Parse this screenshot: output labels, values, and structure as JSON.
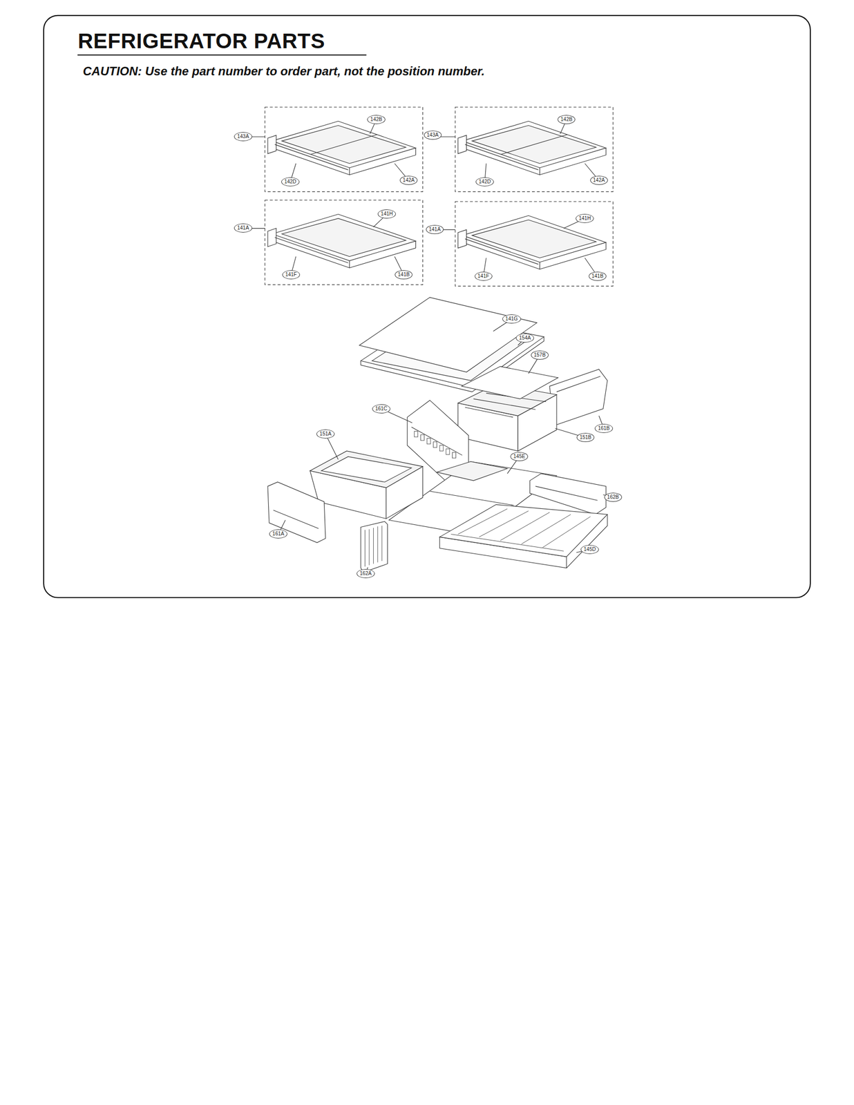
{
  "diagram": {
    "title": "REFRIGERATOR PARTS",
    "labels": [
      "CAUTION: Use the part number to order part, not the position number.",
      "142B",
      "143A",
      "142D",
      "142A",
      "142B",
      "143A",
      "142D",
      "142A",
      "141H",
      "141A",
      "141F",
      "141B",
      "141H",
      "141A",
      "141F",
      "141B",
      "141G",
      "154A",
      "157B",
      "161C",
      "161B",
      "151A",
      "151B",
      "145E",
      "162B",
      "161A",
      "162A",
      "145D"
    ]
  }
}
